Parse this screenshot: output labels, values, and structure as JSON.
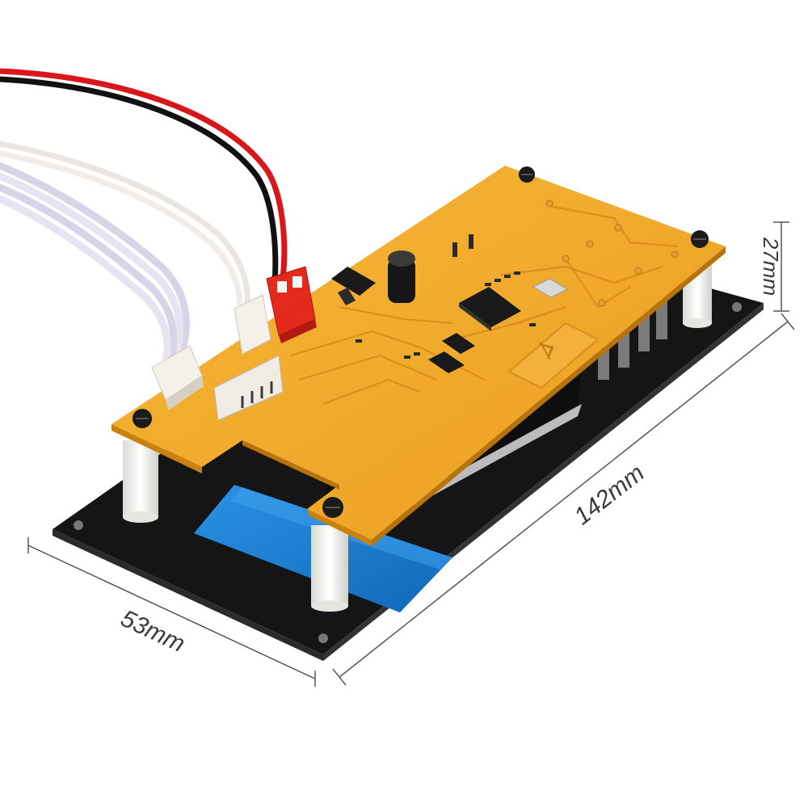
{
  "dimensions": {
    "length": "142mm",
    "width": "53mm",
    "height": "27mm"
  },
  "colors": {
    "pcb": "#f2a92a",
    "pcb_edge": "#c97f10",
    "panel": "#141414",
    "screen": "#1c84d8",
    "standoff": "#f1f1ec",
    "wire_red": "#d8171c",
    "wire_black": "#111111",
    "wire_white": "#e8e3f0",
    "connector_red": "#e42a1d",
    "connector_white": "#f4f0ea"
  },
  "icons": {
    "bluetooth": "bluetooth-icon"
  }
}
